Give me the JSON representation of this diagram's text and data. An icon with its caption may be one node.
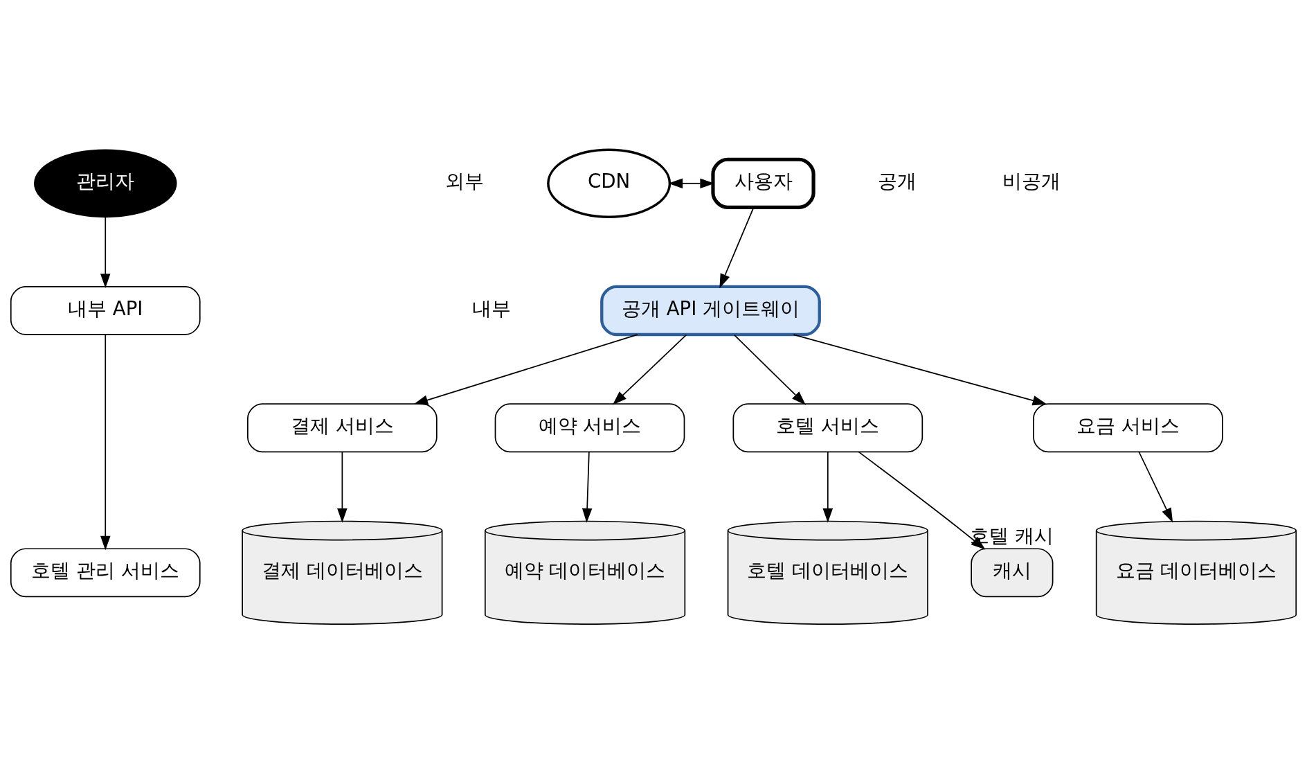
{
  "diagram": {
    "nodes": [
      {
        "text": [
          "CDN"
        ]
      },
      {
        "text": [
          "사용자"
        ]
      },
      {
        "text": [
          "관리자"
        ]
      },
      {
        "text": [
          "공개 API 게이트웨이"
        ]
      },
      {
        "text": [
          "내부 API"
        ]
      },
      {
        "text": [
          "호텔 서비스"
        ]
      },
      {
        "text": [
          "요금 서비스"
        ]
      },
      {
        "text": [
          "예약 서비스"
        ]
      },
      {
        "text": [
          "결제 서비스"
        ]
      },
      {
        "text": [
          "호텔 관리 서비스"
        ]
      },
      {
        "text": [
          "캐시"
        ],
        "beside": [
          "호텔 캐시"
        ]
      },
      {
        "text": [
          "호텔 데이터베이스"
        ]
      },
      {
        "text": [
          "요금 데이터베이스"
        ]
      },
      {
        "text": [
          "예약 데이터베이스"
        ]
      },
      {
        "text": [
          "결제 데이터베이스"
        ]
      }
    ],
    "edges": [
      {
        "from": 0,
        "to": 1,
        "arrow": "both"
      },
      {
        "from": 1,
        "to": 3,
        "arrow": "to"
      },
      {
        "from": 2,
        "to": 4,
        "arrow": "to"
      },
      {
        "from": 3,
        "to": 5,
        "arrow": "to"
      },
      {
        "from": 3,
        "to": 6,
        "arrow": "to"
      },
      {
        "from": 3,
        "to": 7,
        "arrow": "to"
      },
      {
        "from": 3,
        "to": 8,
        "arrow": "to"
      },
      {
        "from": 4,
        "to": 9,
        "arrow": "to"
      },
      {
        "from": 5,
        "to": 10,
        "arrow": "to"
      },
      {
        "from": 5,
        "to": 11,
        "arrow": "to"
      },
      {
        "from": 6,
        "to": 12,
        "arrow": "to"
      },
      {
        "from": 7,
        "to": 13,
        "arrow": "to"
      },
      {
        "from": 8,
        "to": 14,
        "arrow": "to"
      }
    ],
    "labels": [
      "공개",
      "비공개",
      "외부",
      "내부"
    ]
  }
}
